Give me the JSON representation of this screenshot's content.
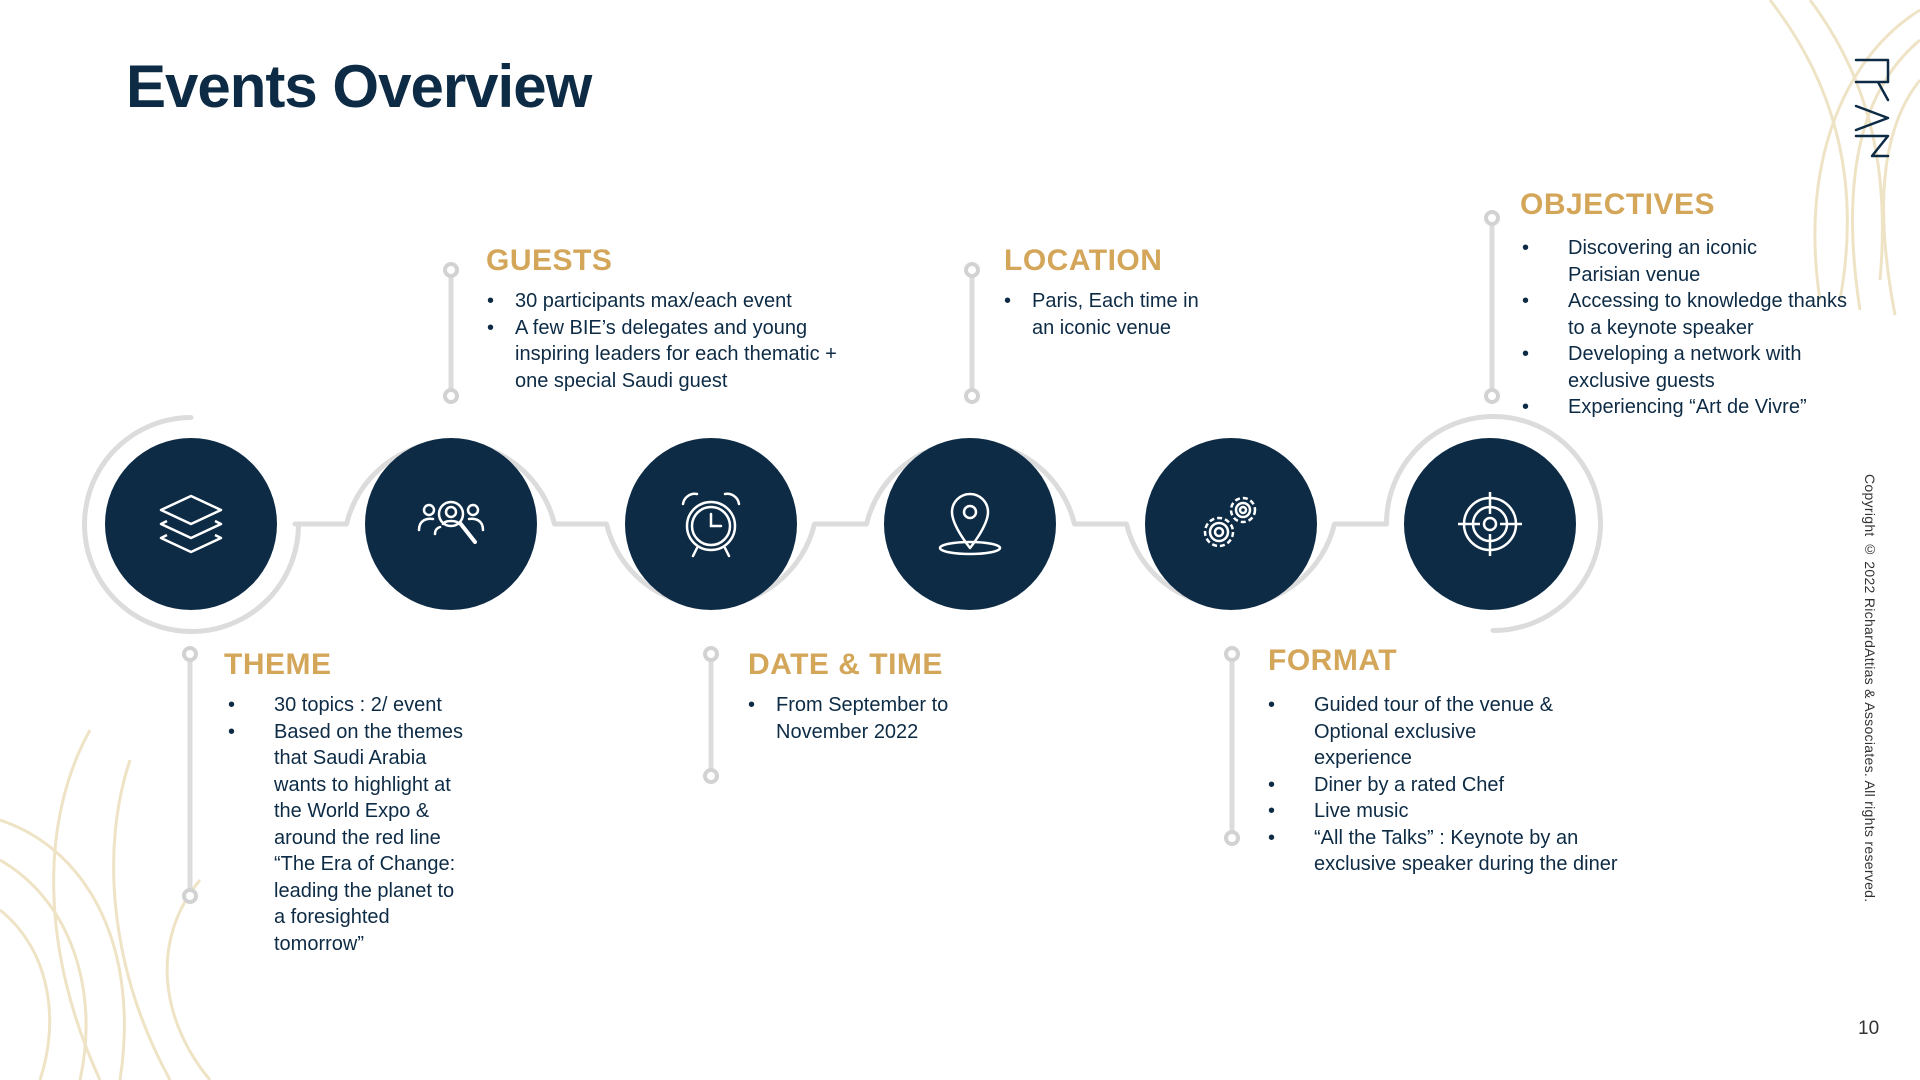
{
  "title": "Events Overview",
  "colors": {
    "navy": "#0d2b45",
    "gold": "#d3a65a",
    "track": "#dcdcdc",
    "deco": "#efe3c6"
  },
  "logo_icon": "ram-monogram-icon",
  "copyright": "Copyright © 2022 RichardAttias & Associates. All rights reserved.",
  "page_number": "10",
  "steps": [
    {
      "heading": "THEME",
      "icon": "layers-icon",
      "items": [
        "30 topics : 2/ event",
        "Based on the themes that Saudi Arabia wants to highlight at the World Expo & around the red line “The Era of Change: leading the planet to a foresighted tomorrow”"
      ]
    },
    {
      "heading": "GUESTS",
      "icon": "people-search-icon",
      "items": [
        "30 participants max/each event",
        "A few BIE’s delegates and young inspiring leaders for each thematic + one special Saudi guest"
      ]
    },
    {
      "heading": "DATE & TIME",
      "icon": "alarm-clock-icon",
      "items": [
        "From September to November 2022"
      ]
    },
    {
      "heading": "LOCATION",
      "icon": "map-pin-icon",
      "items": [
        "Paris, Each time in an iconic venue"
      ]
    },
    {
      "heading": "FORMAT",
      "icon": "gears-icon",
      "items": [
        "Guided tour of the venue & Optional exclusive experience",
        "Diner by a rated Chef",
        "Live music",
        "“All the Talks” : Keynote by an exclusive speaker during the diner"
      ]
    },
    {
      "heading": "OBJECTIVES",
      "icon": "target-icon",
      "items": [
        "Discovering an iconic Parisian venue",
        "Accessing to knowledge thanks to a keynote speaker",
        "Developing a network with exclusive guests",
        "Experiencing “Art de Vivre”"
      ]
    }
  ]
}
